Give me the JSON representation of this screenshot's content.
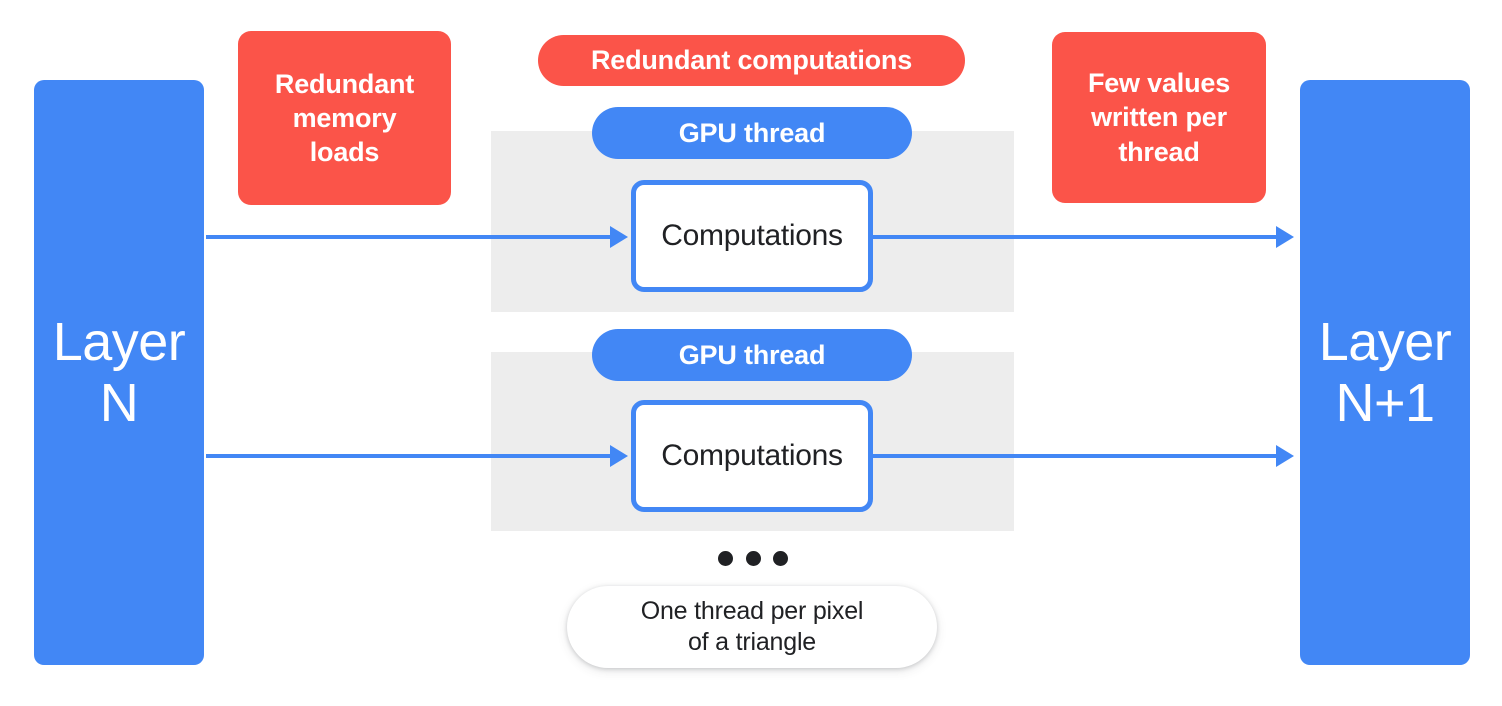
{
  "colors": {
    "blue": "#4287f5",
    "red": "#fb5449",
    "gray_band": "#ededed",
    "text_dark": "#202124",
    "white": "#ffffff",
    "background": "#ffffff"
  },
  "layers": {
    "input": {
      "label": "Layer\nN"
    },
    "output": {
      "label": "Layer\nN+1"
    }
  },
  "callouts": {
    "memory_loads": "Redundant\nmemory\nloads",
    "redundant_computations": "Redundant computations",
    "values_written": "Few values\nwritten per\nthread"
  },
  "threads": [
    {
      "pill_label": "GPU thread",
      "box_label": "Computations"
    },
    {
      "pill_label": "GPU thread",
      "box_label": "Computations"
    }
  ],
  "ellipsis": {
    "dot_count": 3,
    "meaning": "more threads continue"
  },
  "caption": "One thread per pixel\nof a triangle"
}
